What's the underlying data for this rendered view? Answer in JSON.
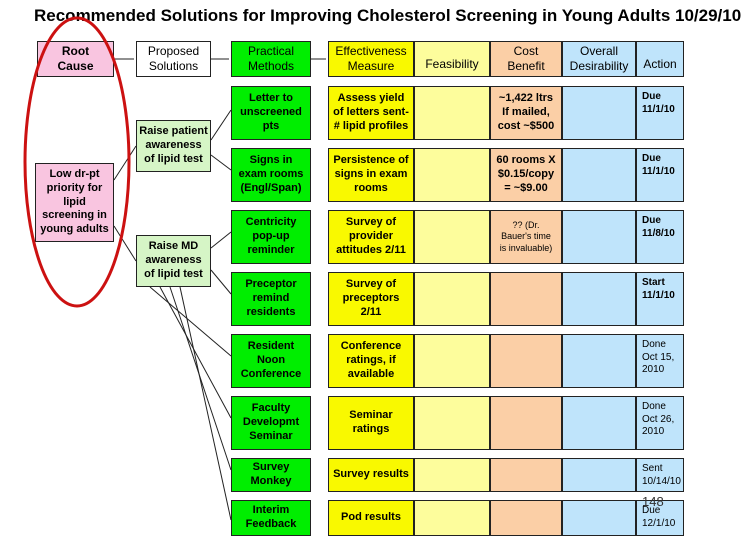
{
  "title": "Recommended Solutions for Improving Cholesterol Screening in Young Adults 10/29/10",
  "headers": {
    "root_cause": "Root\nCause",
    "proposed": "Proposed\nSolutions",
    "practical": "Practical\nMethods",
    "effectiveness": "Effectiveness\nMeasure",
    "feasibility": "Feasibility",
    "cost_benefit": "Cost\nBenefit",
    "desirability": "Overall\nDesirability",
    "action": "Action"
  },
  "root_cause_text": "Low dr-pt\npriority for\nlipid\nscreening in\nyoung adults",
  "solutions": [
    "Raise patient\nawareness\nof lipid test",
    "Raise MD\nawareness\nof lipid test"
  ],
  "rows": [
    {
      "method": "Letter to\nunscreened\npts",
      "measure": "Assess yield\nof letters sent-\n# lipid profiles",
      "cost": "~1,422 ltrs\nIf mailed,\ncost ~$500",
      "action": "Due\n11/1/10"
    },
    {
      "method": "Signs in\nexam rooms\n(Engl/Span)",
      "measure": "Persistence of\nsigns in exam\nrooms",
      "cost": "60 rooms X\n$0.15/copy\n= ~$9.00",
      "action": "Due\n11/1/10"
    },
    {
      "method": "Centricity\npop-up\nreminder",
      "measure": "Survey of\nprovider\nattitudes 2/11",
      "cost": "?? (Dr.\nBauer's time\nis invaluable)",
      "action": "Due\n11/8/10"
    },
    {
      "method": "Preceptor\nremind\nresidents",
      "measure": "Survey of\npreceptors\n2/11",
      "cost": "",
      "action": "Start\n11/1/10"
    },
    {
      "method": "Resident\nNoon\nConference",
      "measure": "Conference\nratings, if\navailable",
      "cost": "",
      "action": "Done\nOct 15,\n2010"
    },
    {
      "method": "Faculty\nDevelopmt\nSeminar",
      "measure": "Seminar\nratings",
      "cost": "",
      "action": "Done\nOct 26,\n2010"
    },
    {
      "method": "Survey\nMonkey",
      "measure": "Survey results",
      "cost": "",
      "action": "Sent\n10/14/10"
    },
    {
      "method": "Interim\nFeedback",
      "measure": "Pod results",
      "cost": "",
      "action": "Due\n12/1/10"
    }
  ],
  "page_number": "148",
  "colors": {
    "root": "#f9c5e0",
    "method": "#00ee00",
    "measure": "#f9f900",
    "feasibility": "#fdfd9c",
    "cost": "#fbcfa6",
    "desirability": "#bfe4fb",
    "circle": "#cc1111"
  }
}
